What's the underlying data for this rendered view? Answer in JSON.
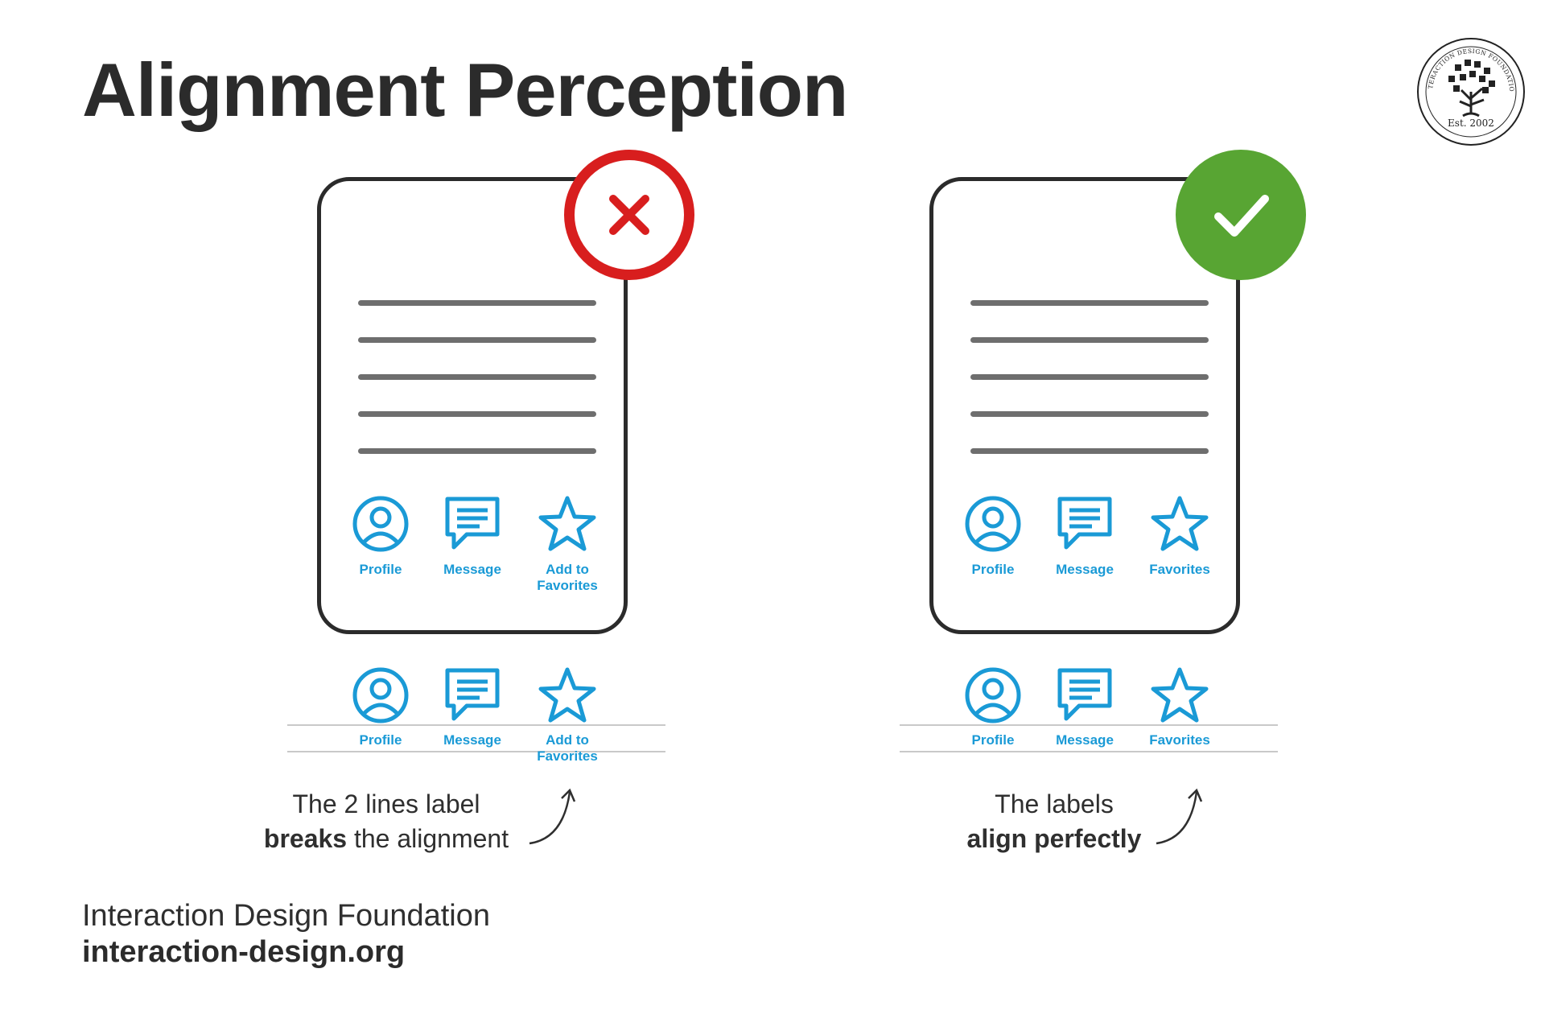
{
  "title": "Alignment Perception",
  "logo": {
    "name": "INTERACTION DESIGN FOUNDATION",
    "established": "Est. 2002"
  },
  "colors": {
    "accent_blue": "#1a9ad6",
    "wrong_red": "#d81e1e",
    "right_green": "#58a533",
    "text_dark": "#2b2b2b"
  },
  "examples": {
    "wrong": {
      "status_icon": "close-x-icon",
      "device_labels": [
        "Profile",
        "Message",
        "Add to",
        "Favorites"
      ],
      "row_labels": [
        "Profile",
        "Message",
        "Add to",
        "Favorites"
      ],
      "caption_line1": "The 2 lines label",
      "caption_bold": "breaks",
      "caption_rest": " the alignment"
    },
    "right": {
      "status_icon": "checkmark-icon",
      "device_labels": [
        "Profile",
        "Message",
        "Favorites"
      ],
      "row_labels": [
        "Profile",
        "Message",
        "Favorites"
      ],
      "caption_line1": "The labels",
      "caption_bold": "align perfectly"
    }
  },
  "footer": {
    "org": "Interaction Design Foundation",
    "url": "interaction-design.org"
  }
}
